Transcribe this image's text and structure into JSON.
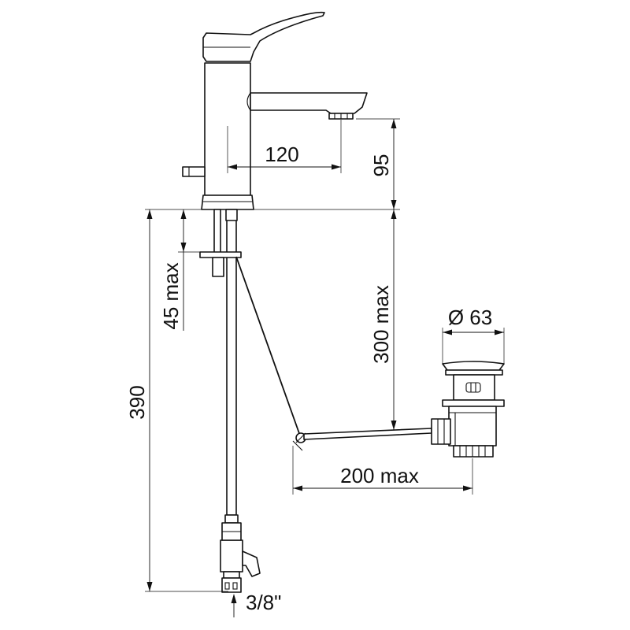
{
  "dimensions": {
    "spout_reach": "120",
    "spout_height": "95",
    "countertop_thickness": "45 max",
    "drain_rod_length": "300 max",
    "drain_diameter": "Ø 63",
    "waste_offset": "200 max",
    "overall_length": "390",
    "connection_thread": "3/8\""
  }
}
